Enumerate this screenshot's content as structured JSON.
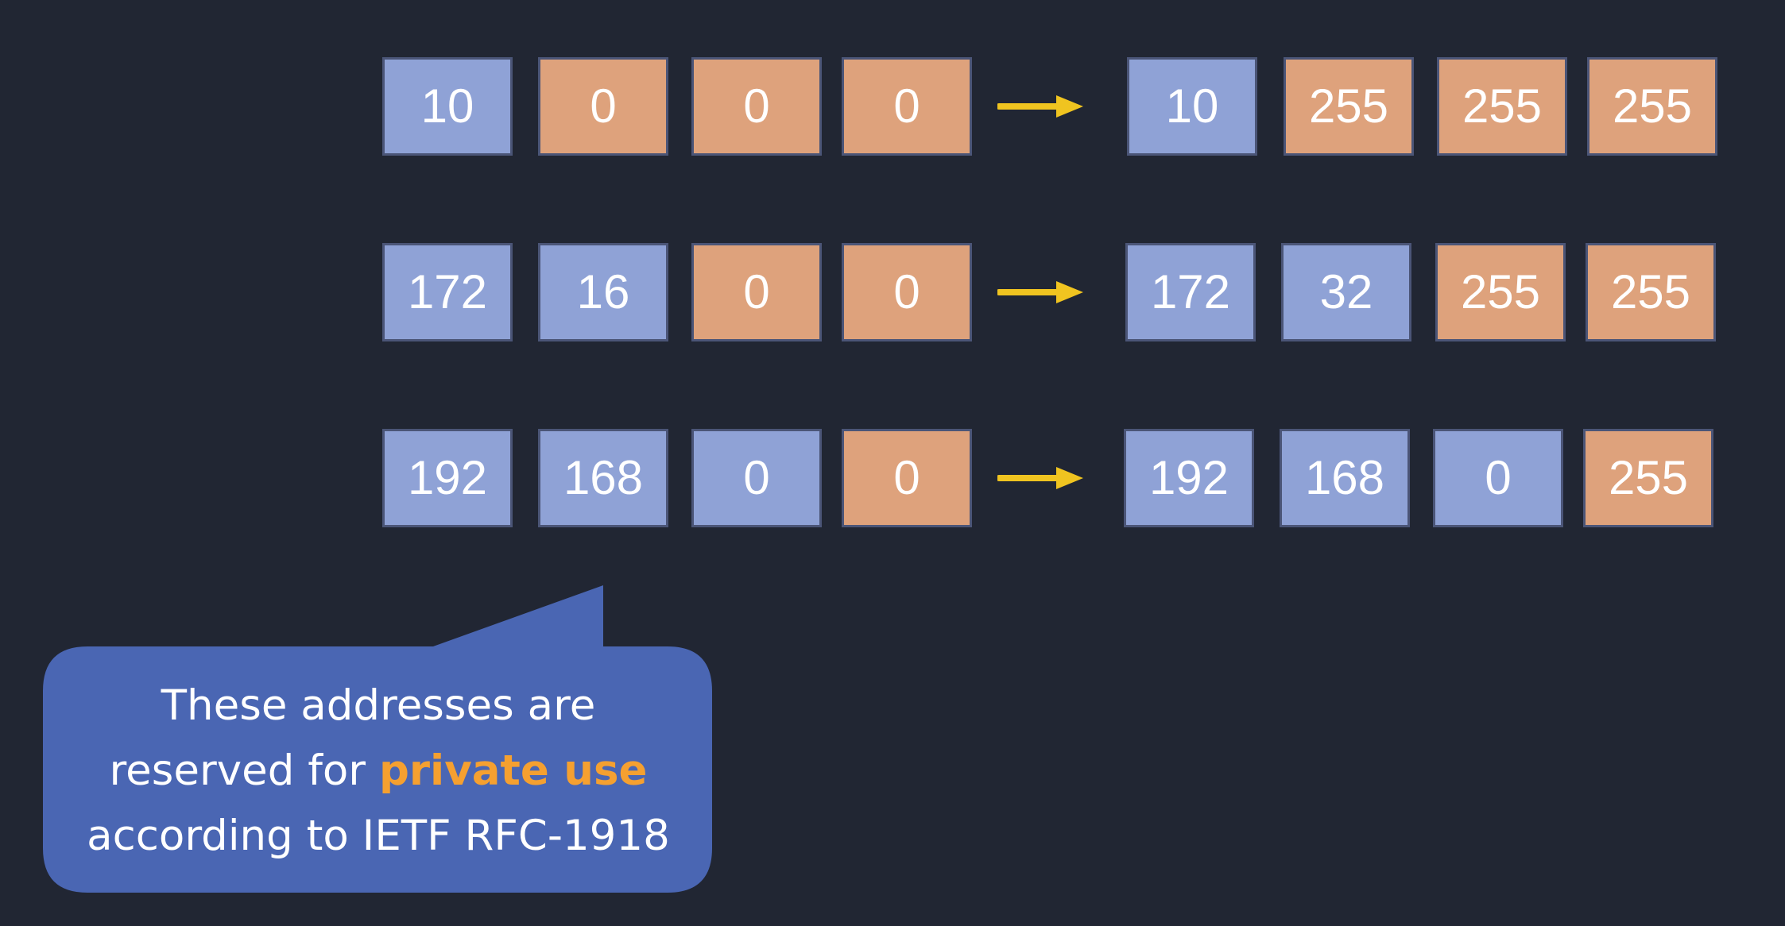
{
  "colors": {
    "background": "#212633",
    "network_octet": "#8fa2d6",
    "host_octet": "#dea27c",
    "arrow": "#f0c420",
    "callout": "#4a66b3",
    "highlight": "#f5a030"
  },
  "ranges": [
    {
      "start": [
        {
          "value": "10",
          "kind": "network"
        },
        {
          "value": "0",
          "kind": "host"
        },
        {
          "value": "0",
          "kind": "host"
        },
        {
          "value": "0",
          "kind": "host"
        }
      ],
      "end": [
        {
          "value": "10",
          "kind": "network"
        },
        {
          "value": "255",
          "kind": "host"
        },
        {
          "value": "255",
          "kind": "host"
        },
        {
          "value": "255",
          "kind": "host"
        }
      ]
    },
    {
      "start": [
        {
          "value": "172",
          "kind": "network"
        },
        {
          "value": "16",
          "kind": "network"
        },
        {
          "value": "0",
          "kind": "host"
        },
        {
          "value": "0",
          "kind": "host"
        }
      ],
      "end": [
        {
          "value": "172",
          "kind": "network"
        },
        {
          "value": "32",
          "kind": "network"
        },
        {
          "value": "255",
          "kind": "host"
        },
        {
          "value": "255",
          "kind": "host"
        }
      ]
    },
    {
      "start": [
        {
          "value": "192",
          "kind": "network"
        },
        {
          "value": "168",
          "kind": "network"
        },
        {
          "value": "0",
          "kind": "network"
        },
        {
          "value": "0",
          "kind": "host"
        }
      ],
      "end": [
        {
          "value": "192",
          "kind": "network"
        },
        {
          "value": "168",
          "kind": "network"
        },
        {
          "value": "0",
          "kind": "network"
        },
        {
          "value": "255",
          "kind": "host"
        }
      ]
    }
  ],
  "arrow_icon": "right-arrow-icon",
  "callout": {
    "line1": "These addresses are",
    "line2_prefix": "reserved for ",
    "line2_highlight": "private use",
    "line3": "according to IETF RFC-1918"
  }
}
